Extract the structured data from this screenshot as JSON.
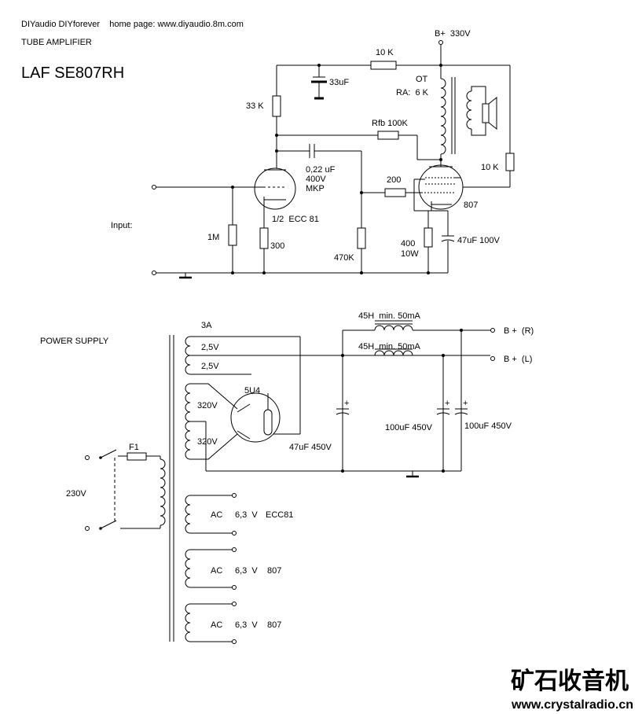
{
  "header": {
    "site_line": "DIYaudio DIYforever    home page: www.diyaudio.8m.com",
    "subtitle": "TUBE AMPLIFIER",
    "title": "LAF SE807RH"
  },
  "amplifier": {
    "b_plus": "B+  330V",
    "r_10k_top": "10 K",
    "c_33uf": "33uF",
    "r_33k": "33 K",
    "ot": "OT",
    "ra": "RA:  6 K",
    "rfb": "Rfb 100K",
    "cap_022_value": "0,22 uF",
    "cap_022_voltage": "400V",
    "cap_022_type": "MKP",
    "r_10k_right": "10 K",
    "r_200": "200",
    "tube_807": "807",
    "tube_ecc81": "1/2  ECC 81",
    "input": "Input:",
    "r_1m": "1M",
    "r_300": "300",
    "r_470k": "470K",
    "r_400": "400",
    "r_400_power": "10W",
    "c_47uf_100v": "47uF 100V"
  },
  "power_supply": {
    "label": "POWER SUPPLY",
    "fuse_current": "3A",
    "winding_25v_a": "2,5V",
    "winding_25v_b": "2,5V",
    "rectifier": "5U4",
    "winding_320v_a": "320V",
    "winding_320v_b": "320V",
    "fuse": "F1",
    "mains": "230V",
    "choke_r": "45H  min. 50mA",
    "choke_l": "45H  min. 50mA",
    "out_r": "B +  (R)",
    "out_l": "B +  (L)",
    "c_47uf_450v": "47uF 450V",
    "c_100uf_a": "100uF 450V",
    "c_100uf_b": "100uF 450V",
    "heaters": [
      {
        "type": "AC",
        "voltage": "6,3  V",
        "load": "ECC81"
      },
      {
        "type": "AC",
        "voltage": "6,3  V",
        "load": "807"
      },
      {
        "type": "AC",
        "voltage": "6,3  V",
        "load": "807"
      }
    ]
  },
  "watermark": {
    "brand": "矿石收音机",
    "url": "www.crystalradio.cn"
  }
}
